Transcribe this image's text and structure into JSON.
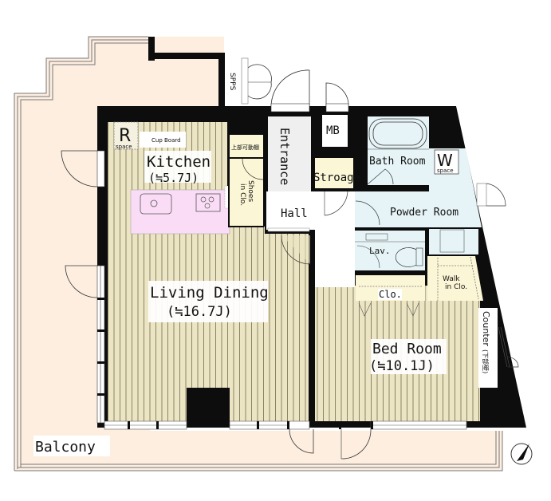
{
  "floorplan": {
    "rooms": {
      "kitchen": {
        "name": "Kitchen",
        "area": "(≒5.7J)"
      },
      "living_dining": {
        "name": "Living Dining",
        "area": "(≒16.7J)"
      },
      "bed_room": {
        "name": "Bed Room",
        "area": "(≒10.1J)"
      },
      "balcony": {
        "name": "Balcony"
      },
      "entrance": {
        "name": "Entrance"
      },
      "hall": {
        "name": "Hall"
      },
      "storage": {
        "name": "Stroage"
      },
      "mb": {
        "name": "MB"
      },
      "sps": {
        "name": "SPPS"
      },
      "bath_room": {
        "name": "Bath Room"
      },
      "powder_room": {
        "name": "Powder Room"
      },
      "lav": {
        "name": "Lav."
      },
      "closet": {
        "name": "Clo."
      },
      "walk_in_closet": {
        "line1": "Walk",
        "line2": "in Clo."
      },
      "shoes_closet": {
        "line1": "Shoes",
        "line2": "in Clo."
      },
      "counter": {
        "name": "Counter",
        "note": "(下部壁)"
      }
    },
    "fixtures": {
      "fridge_space": {
        "letter": "R",
        "label": "space"
      },
      "washer_space": {
        "letter": "W",
        "label": "space"
      },
      "cup_board": {
        "label": "Cup Board"
      },
      "upper_shelf": {
        "label": "上部可動棚"
      }
    },
    "compass": {
      "icon": "north-arrow-icon"
    },
    "colors": {
      "wall": "#0d0d0d",
      "balcony": "#fdeee0",
      "wood_floor": "#ece5c4",
      "wood_line": "#8a8466",
      "wet_area": "#e6f4f8",
      "kitchen_counter": "#fbdcf6",
      "closet": "#fbf6d6",
      "entrance": "#efefef"
    }
  }
}
